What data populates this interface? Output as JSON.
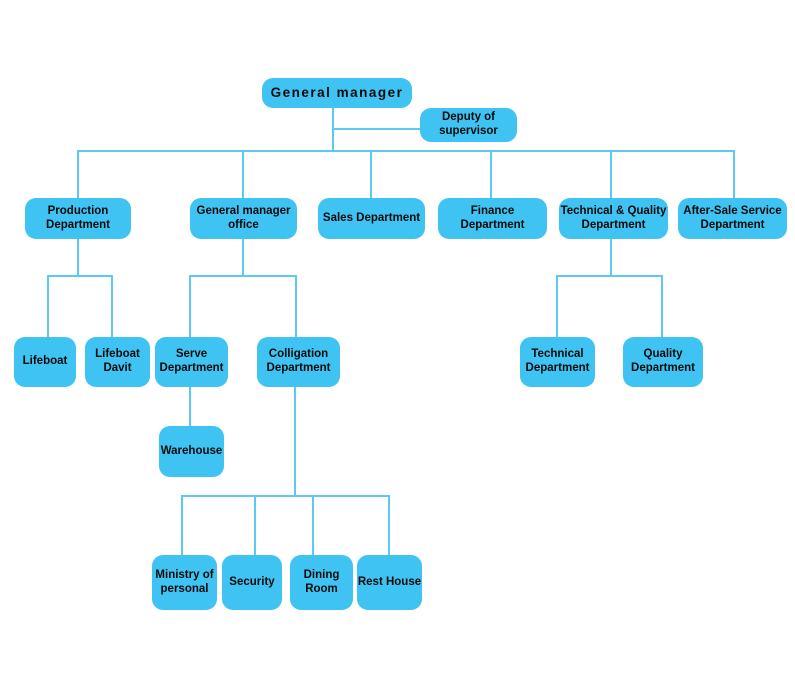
{
  "diagram": {
    "type": "org-chart",
    "colors": {
      "node_fill": "#3ec3f2",
      "connector": "#5bc9f4",
      "text": "#0a0a0a",
      "background": "#ffffff"
    },
    "nodes": {
      "general_manager": {
        "label": "General manager"
      },
      "deputy_supervisor": {
        "label": "Deputy of supervisor"
      },
      "production": {
        "label": "Production Department"
      },
      "gm_office": {
        "label": "General manager office"
      },
      "sales": {
        "label": "Sales Department"
      },
      "finance": {
        "label": "Finance Department"
      },
      "technical_quality": {
        "label": "Technical & Quality Department"
      },
      "after_sale": {
        "label": "After-Sale Service Department"
      },
      "lifeboat": {
        "label": "Lifeboat"
      },
      "lifeboat_davit": {
        "label": "Lifeboat Davit"
      },
      "serve": {
        "label": "Serve Department"
      },
      "colligation": {
        "label": "Colligation Department"
      },
      "technical": {
        "label": "Technical Department"
      },
      "quality": {
        "label": "Quality Department"
      },
      "warehouse": {
        "label": "Warehouse"
      },
      "ministry_personal": {
        "label": "Ministry of personal"
      },
      "security": {
        "label": "Security"
      },
      "dining_room": {
        "label": "Dining Room"
      },
      "rest_house": {
        "label": "Rest House"
      }
    },
    "structure": {
      "root": "general_manager",
      "children": {
        "general_manager": [
          "deputy_supervisor",
          "production",
          "gm_office",
          "sales",
          "finance",
          "technical_quality",
          "after_sale"
        ],
        "production": [
          "lifeboat",
          "lifeboat_davit"
        ],
        "gm_office": [
          "serve",
          "colligation"
        ],
        "serve": [
          "warehouse"
        ],
        "colligation": [
          "ministry_personal",
          "security",
          "dining_room",
          "rest_house"
        ],
        "technical_quality": [
          "technical",
          "quality"
        ]
      }
    }
  }
}
